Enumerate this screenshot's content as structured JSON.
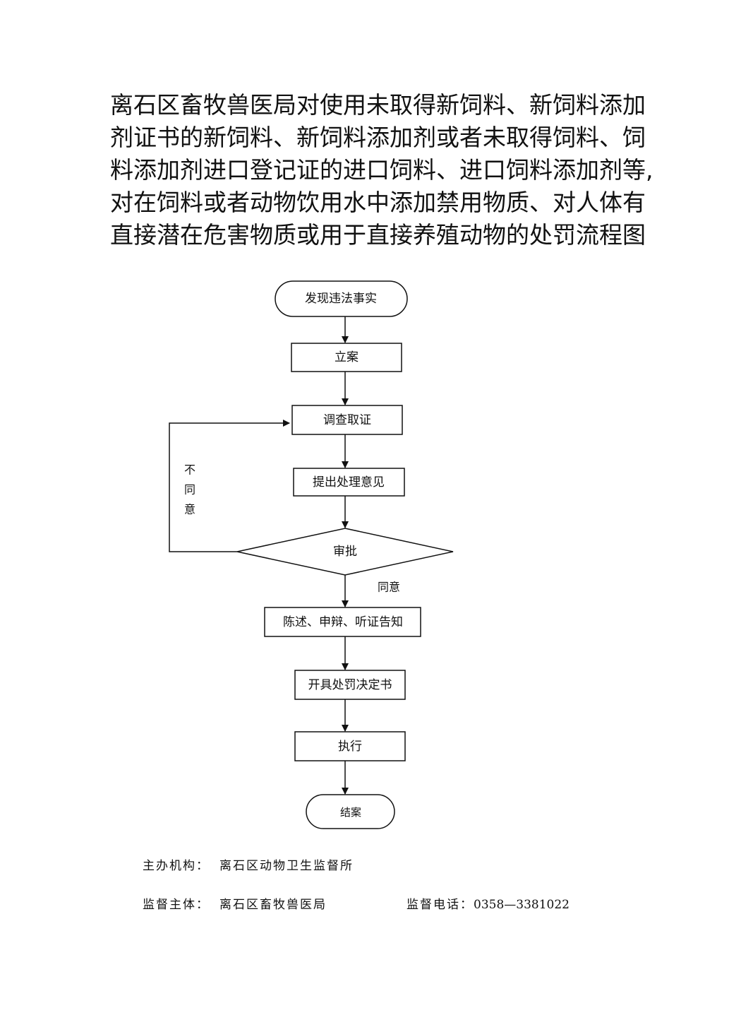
{
  "title_lines": [
    "离石区畜牧兽医局对使用未取得新饲料、新饲料添加",
    "剂证书的新饲料、新饲料添加剂或者未取得饲料、饲",
    "料添加剂进口登记证的进口饲料、进口饲料添加剂等,",
    "对在饲料或者动物饮用水中添加禁用物质、对人体有",
    "直接潜在危害物质或用于直接养殖动物的处罚流程图"
  ],
  "nodes": {
    "start": "发现违法事实",
    "filing": "立案",
    "investigation": "调查取证",
    "proposal": "提出处理意见",
    "approval": "审批",
    "notice": "陈述、申辩、听证告知",
    "decision": "开具处罚决定书",
    "execute": "执行",
    "end": "结案"
  },
  "edge_labels": {
    "disagree": [
      "不",
      "同",
      "意"
    ],
    "agree": "同意"
  },
  "footer": {
    "host_label": "主办机构：",
    "host_value": "离石区动物卫生监督所",
    "supervisor_label": "监督主体：",
    "supervisor_value": "离石区畜牧兽医局",
    "phone_label": "监督电话：",
    "phone_value": "0358—3381022"
  }
}
